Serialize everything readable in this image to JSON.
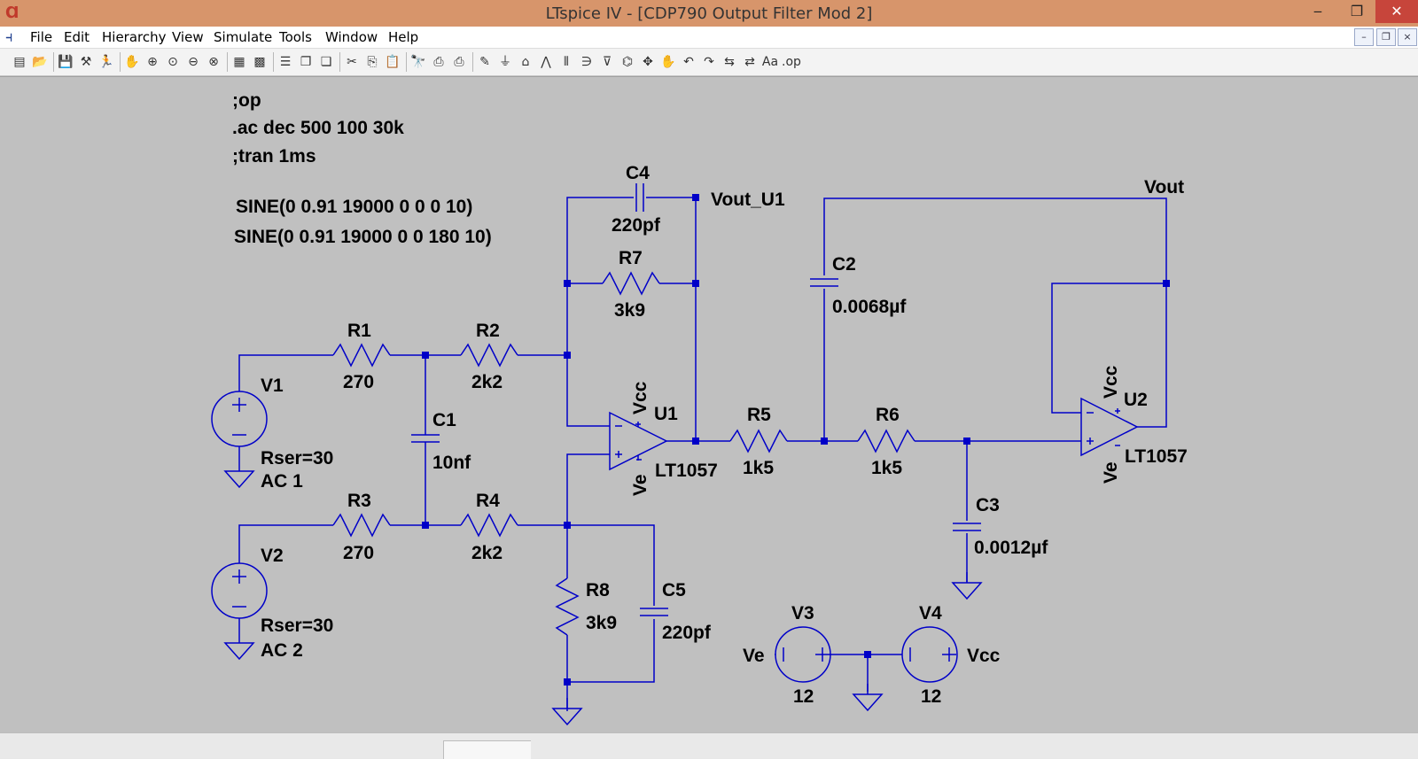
{
  "window": {
    "title": "LTspice IV - [CDP790 Output Filter Mod 2]",
    "app_icon": "ltspice-logo-icon"
  },
  "window_controls": {
    "minimize": "‒",
    "maximize": "❐",
    "close": "✕"
  },
  "menu": {
    "items": [
      "File",
      "Edit",
      "Hierarchy",
      "View",
      "Simulate",
      "Tools",
      "Window",
      "Help"
    ]
  },
  "mdi_controls": {
    "minimize": "–",
    "restore": "❐",
    "close": "×"
  },
  "toolbar_icons": [
    "new-schematic-icon",
    "open-icon",
    "save-icon",
    "control-panel-icon",
    "run-icon",
    "halt-icon",
    "zoom-in-icon",
    "zoom-full-icon",
    "zoom-out-icon",
    "zoom-cancel-icon",
    "autorange-icon",
    "grid-icon",
    "tile-horizontal-icon",
    "cascade-icon",
    "tile-icon",
    "cut-icon",
    "copy-icon",
    "paste-icon",
    "find-icon",
    "print-preview-icon",
    "print-icon",
    "wire-icon",
    "ground-icon",
    "label-icon",
    "resistor-icon",
    "capacitor-icon",
    "inductor-icon",
    "diode-icon",
    "component-icon",
    "move-icon",
    "drag-icon",
    "undo-icon",
    "redo-icon",
    "rotate-icon",
    "mirror-icon",
    "text-icon",
    "spice-directive-icon"
  ],
  "toolbar_glyphs": [
    "▤",
    "📂",
    "💾",
    "⚒",
    "🏃",
    "✋",
    "⊕",
    "⊙",
    "⊖",
    "⊗",
    "▦",
    "▩",
    "☰",
    "❐",
    "❏",
    "✂",
    "⎘",
    "📋",
    "🔭",
    "⎙",
    "⎙",
    "✎",
    "⏚",
    "⌂",
    "⋀",
    "⫴",
    "∋",
    "⊽",
    "⌬",
    "✥",
    "✋",
    "↶",
    "↷",
    "⇆",
    "⇄",
    "Aa",
    ".op"
  ],
  "schematic": {
    "directives": {
      "op": ";op",
      "ac": ".ac dec 500 100 30k",
      "tran": ";tran 1ms",
      "sine1": "SINE(0 0.91 19000 0 0 0 10)",
      "sine2": "SINE(0 0.91 19000 0 0 180 10)"
    },
    "components": {
      "R1": {
        "name": "R1",
        "value": "270"
      },
      "R2": {
        "name": "R2",
        "value": "2k2"
      },
      "R3": {
        "name": "R3",
        "value": "270"
      },
      "R4": {
        "name": "R4",
        "value": "2k2"
      },
      "R5": {
        "name": "R5",
        "value": "1k5"
      },
      "R6": {
        "name": "R6",
        "value": "1k5"
      },
      "R7": {
        "name": "R7",
        "value": "3k9"
      },
      "R8": {
        "name": "R8",
        "value": "3k9"
      },
      "C1": {
        "name": "C1",
        "value": "10nf"
      },
      "C2": {
        "name": "C2",
        "value": "0.0068µf"
      },
      "C3": {
        "name": "C3",
        "value": "0.0012µf"
      },
      "C4": {
        "name": "C4",
        "value": "220pf"
      },
      "C5": {
        "name": "C5",
        "value": "220pf"
      },
      "V1": {
        "name": "V1",
        "rser": "Rser=30",
        "ac": "AC 1"
      },
      "V2": {
        "name": "V2",
        "rser": "Rser=30",
        "ac": "AC 2"
      },
      "V3": {
        "name": "V3",
        "value": "12"
      },
      "V4": {
        "name": "V4",
        "value": "12"
      },
      "U1": {
        "name": "U1",
        "model": "LT1057"
      },
      "U2": {
        "name": "U2",
        "model": "LT1057"
      }
    },
    "nets": {
      "vout_u1": "Vout_U1",
      "vout": "Vout",
      "vcc": "Vcc",
      "ve": "Ve"
    },
    "colors": {
      "wire": "#0000c8",
      "symbol": "#0000c8",
      "background": "#c0c0c0"
    }
  }
}
